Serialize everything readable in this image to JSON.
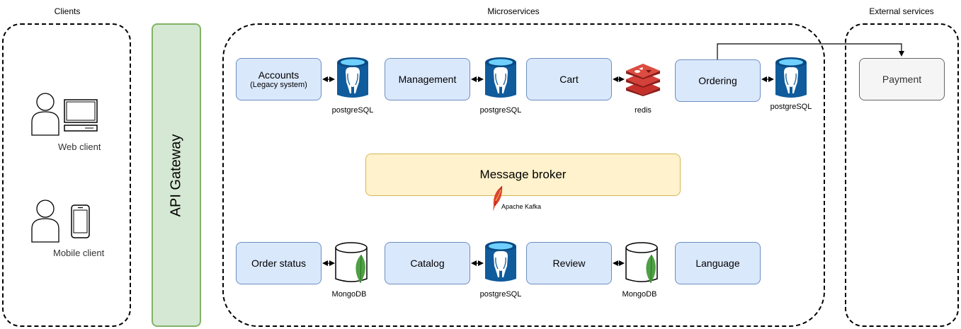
{
  "groups": {
    "clients": "Clients",
    "microservices": "Microservices",
    "external": "External services"
  },
  "clients": {
    "web": "Web client",
    "mobile": "Mobile client"
  },
  "gateway": "API Gateway",
  "services": {
    "accounts": "Accounts",
    "accounts_sub": "(Legacy system)",
    "management": "Management",
    "cart": "Cart",
    "ordering": "Ordering",
    "order_status": "Order status",
    "catalog": "Catalog",
    "review": "Review",
    "language": "Language"
  },
  "databases": {
    "accounts_db": "postgreSQL",
    "management_db": "postgreSQL",
    "cart_db": "redis",
    "ordering_db": "postgreSQL",
    "order_status_db": "MongoDB",
    "catalog_db": "postgreSQL",
    "review_db": "MongoDB"
  },
  "broker": {
    "label": "Message broker",
    "tech": "Apache Kafka"
  },
  "external": {
    "payment": "Payment"
  },
  "colors": {
    "service_fill": "#dae8fc",
    "service_stroke": "#6c8ebf",
    "gateway_fill": "#d5e8d4",
    "gateway_stroke": "#82b366",
    "broker_fill": "#fff2cc",
    "broker_stroke": "#d6b656",
    "postgres_blue": "#0f5b9c",
    "redis_red": "#c6302b",
    "mongo_green": "#4fa044"
  },
  "icons": {
    "postgres": "postgresql-icon",
    "mongo": "mongodb-icon",
    "redis": "redis-icon",
    "kafka": "kafka-feather-icon",
    "user": "user-icon",
    "monitor": "monitor-icon",
    "phone": "phone-icon"
  }
}
